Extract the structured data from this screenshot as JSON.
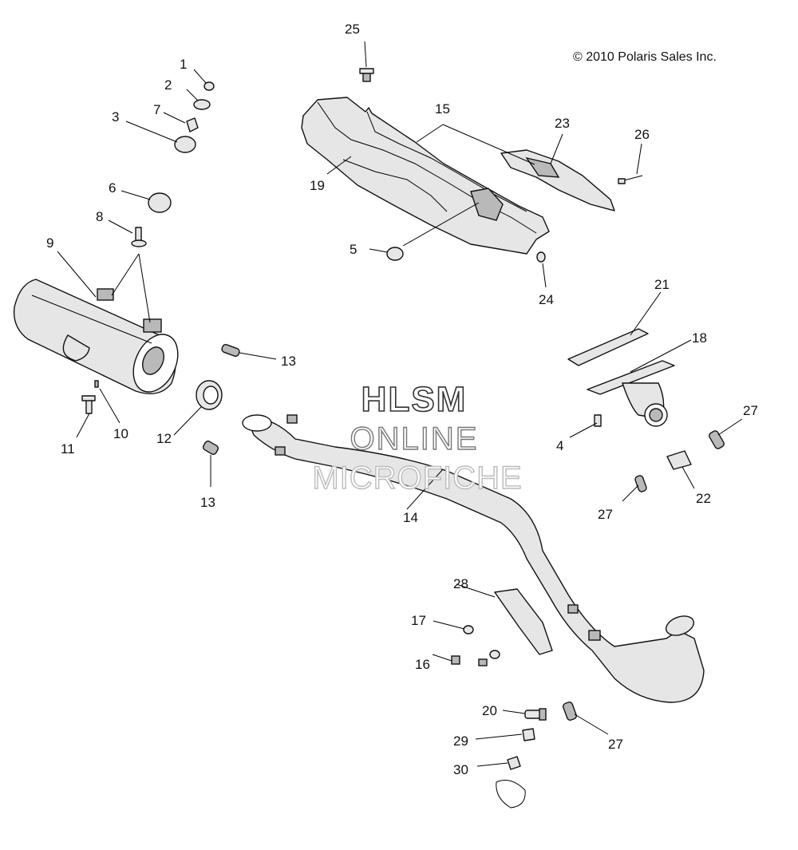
{
  "copyright": "© 2010 Polaris Sales Inc.",
  "watermark": {
    "line1": "HLSM",
    "line2": "ONLINE",
    "line3": "MICROFICHE"
  },
  "callouts": [
    {
      "id": "c1",
      "label": "1"
    },
    {
      "id": "c2",
      "label": "2"
    },
    {
      "id": "c3",
      "label": "3"
    },
    {
      "id": "c4",
      "label": "4"
    },
    {
      "id": "c5",
      "label": "5"
    },
    {
      "id": "c6",
      "label": "6"
    },
    {
      "id": "c7",
      "label": "7"
    },
    {
      "id": "c8",
      "label": "8"
    },
    {
      "id": "c9",
      "label": "9"
    },
    {
      "id": "c10",
      "label": "10"
    },
    {
      "id": "c11",
      "label": "11"
    },
    {
      "id": "c12",
      "label": "12"
    },
    {
      "id": "c13a",
      "label": "13"
    },
    {
      "id": "c13b",
      "label": "13"
    },
    {
      "id": "c14",
      "label": "14"
    },
    {
      "id": "c15",
      "label": "15"
    },
    {
      "id": "c16",
      "label": "16"
    },
    {
      "id": "c17",
      "label": "17"
    },
    {
      "id": "c18",
      "label": "18"
    },
    {
      "id": "c19",
      "label": "19"
    },
    {
      "id": "c20",
      "label": "20"
    },
    {
      "id": "c21",
      "label": "21"
    },
    {
      "id": "c22",
      "label": "22"
    },
    {
      "id": "c23",
      "label": "23"
    },
    {
      "id": "c24",
      "label": "24"
    },
    {
      "id": "c25",
      "label": "25"
    },
    {
      "id": "c26",
      "label": "26"
    },
    {
      "id": "c27a",
      "label": "27"
    },
    {
      "id": "c27b",
      "label": "27"
    },
    {
      "id": "c27c",
      "label": "27"
    },
    {
      "id": "c28",
      "label": "28"
    },
    {
      "id": "c29",
      "label": "29"
    },
    {
      "id": "c30",
      "label": "30"
    }
  ]
}
